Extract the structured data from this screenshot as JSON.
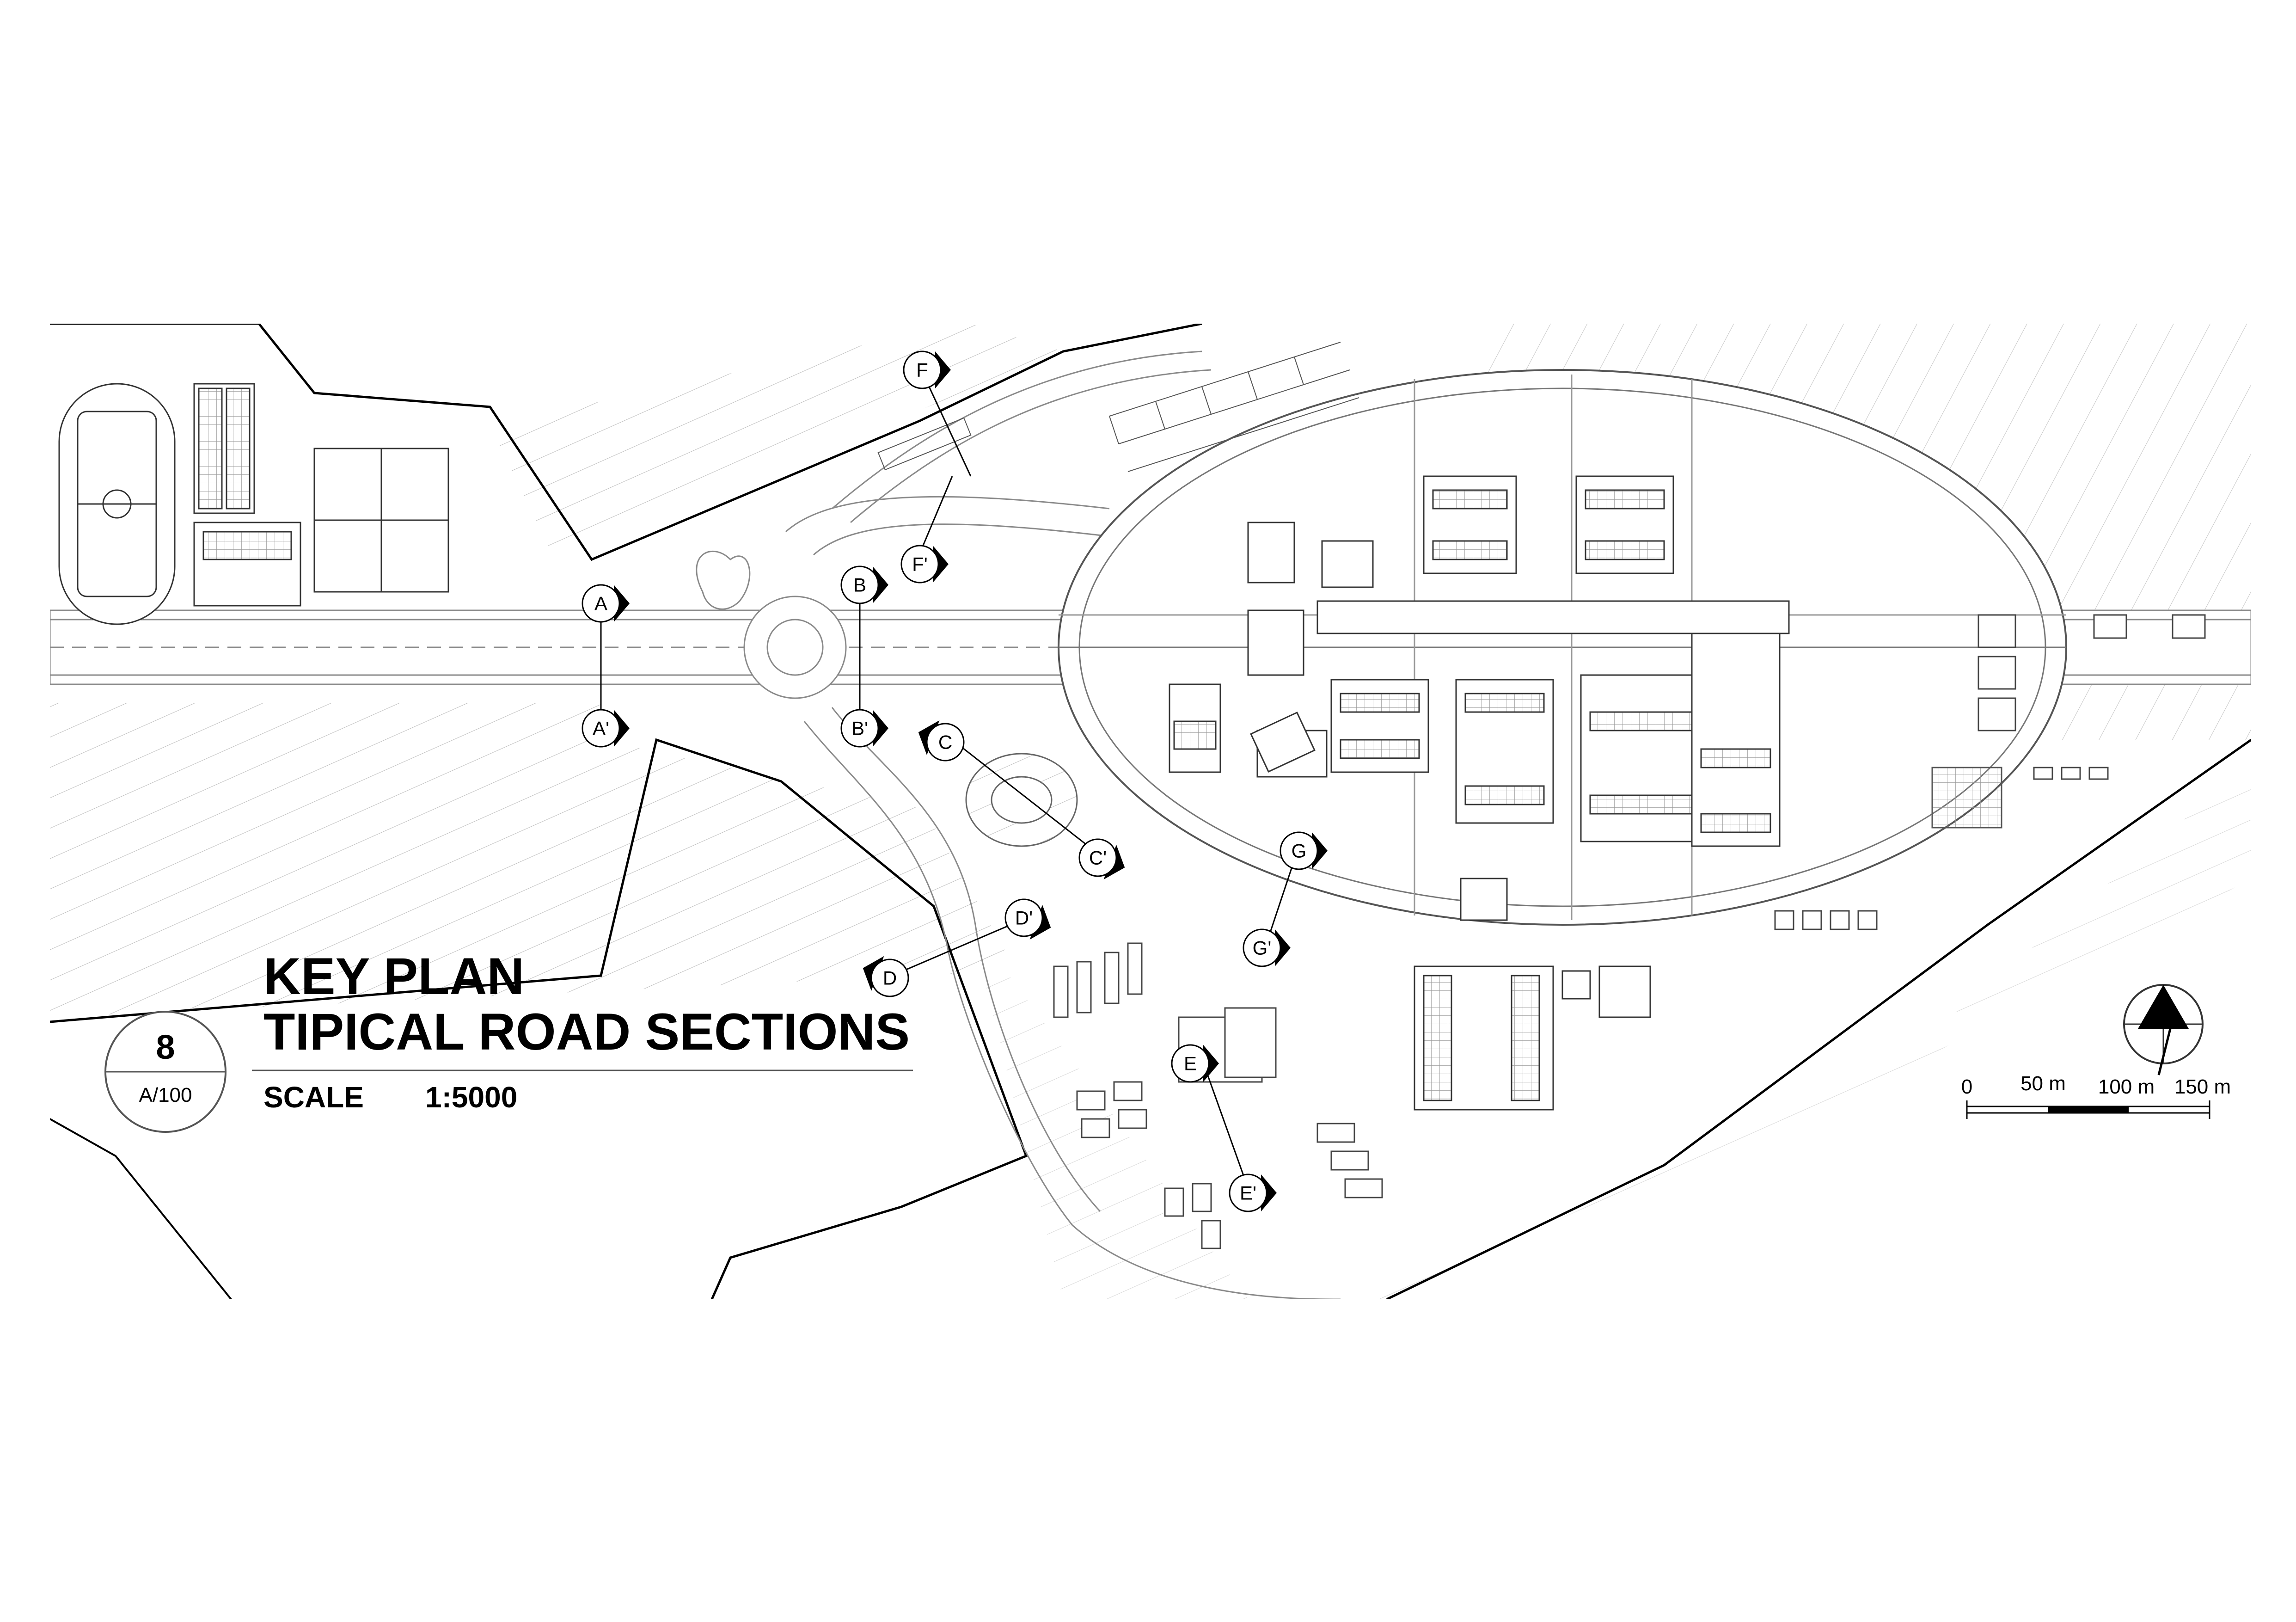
{
  "drawing": {
    "title_line1": "KEY PLAN",
    "title_line2": "TIPICAL ROAD SECTIONS",
    "scale_label": "SCALE",
    "scale_value": "1:5000",
    "sheet_number": "8",
    "sheet_ref": "A/100"
  },
  "section_markers": [
    "A",
    "A'",
    "B",
    "B'",
    "C",
    "C'",
    "D",
    "D'",
    "E",
    "E'",
    "F",
    "F'",
    "G",
    "G'"
  ],
  "scale_bar": {
    "labels": [
      "0",
      "50 m",
      "100 m",
      "150 m"
    ]
  },
  "north_arrow": {
    "icon": "north-arrow-icon"
  },
  "colors": {
    "ink": "#000000",
    "linework": "#8a8a8a",
    "background": "#ffffff"
  }
}
